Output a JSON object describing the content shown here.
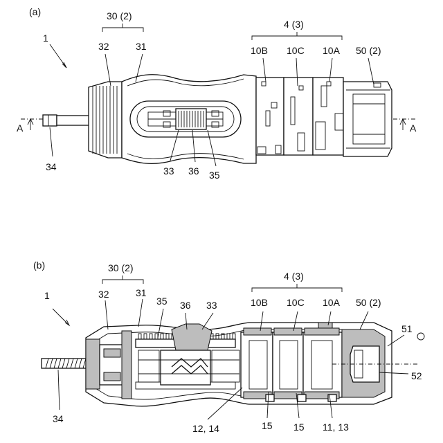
{
  "figure_a": {
    "panel": "(a)",
    "ref_1": "1",
    "ref_30": "30 (2)",
    "ref_32": "32",
    "ref_31": "31",
    "ref_4": "4 (3)",
    "ref_10B": "10B",
    "ref_10C": "10C",
    "ref_10A": "10A",
    "ref_50": "50 (2)",
    "ref_34": "34",
    "ref_33": "33",
    "ref_36": "36",
    "ref_35": "35",
    "section_left": "A",
    "section_right": "A"
  },
  "figure_b": {
    "panel": "(b)",
    "ref_1": "1",
    "ref_30": "30 (2)",
    "ref_32": "32",
    "ref_31": "31",
    "ref_35": "35",
    "ref_36": "36",
    "ref_33": "33",
    "ref_4": "4 (3)",
    "ref_10B": "10B",
    "ref_10C": "10C",
    "ref_10A": "10A",
    "ref_50": "50 (2)",
    "ref_51": "51",
    "ref_O": "O",
    "ref_52": "52",
    "ref_34": "34",
    "ref_12_14": "12, 14",
    "ref_15a": "15",
    "ref_15b": "15",
    "ref_11_13": "11, 13"
  }
}
